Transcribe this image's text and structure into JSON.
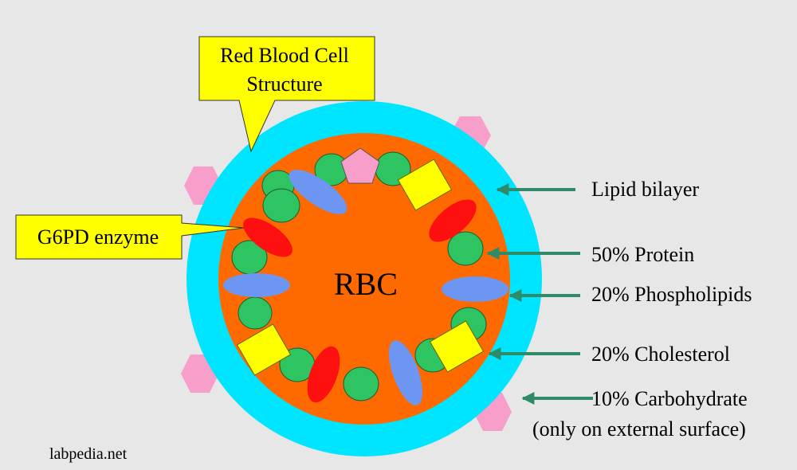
{
  "callouts": {
    "title_line1": "Red Blood Cell",
    "title_line2": "Structure",
    "enzyme": "G6PD enzyme"
  },
  "cell": {
    "center_label": "RBC"
  },
  "labels": {
    "lipid": "Lipid bilayer",
    "protein": "50% Protein",
    "phospholipids": "20% Phospholipids",
    "cholesterol": "20% Cholesterol",
    "carb_line1": "10% Carbohydrate",
    "carb_line2": "(only on external surface)"
  },
  "watermark": "labpedia.net",
  "colors": {
    "background": "#e7e7e7",
    "membrane": "#00e5ff",
    "cytoplasm": "#ff6a00",
    "protein": "#2ec462",
    "phospholipid": "#6d96f2",
    "enzyme": "#ff1010",
    "cholesterol": "#ffff00",
    "carbohydrate": "#f79ecb",
    "arrow": "#2e8b67",
    "callout": "#ffff00"
  }
}
